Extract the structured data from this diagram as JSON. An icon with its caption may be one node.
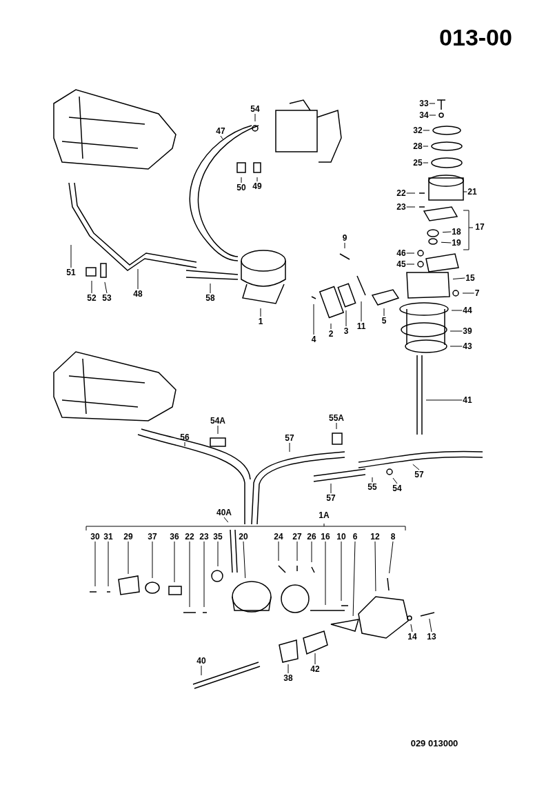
{
  "diagram": {
    "title": "013-00",
    "nodes": [
      {
        "text": [
          "54"
        ]
      },
      {
        "text": [
          "47"
        ]
      },
      {
        "text": [
          "33"
        ]
      },
      {
        "text": [
          "34"
        ]
      },
      {
        "text": [
          "32"
        ]
      },
      {
        "text": [
          "28"
        ]
      },
      {
        "text": [
          "25"
        ]
      },
      {
        "text": [
          "50"
        ]
      },
      {
        "text": [
          "49"
        ]
      },
      {
        "text": [
          "22"
        ]
      },
      {
        "text": [
          "21"
        ]
      },
      {
        "text": [
          "23"
        ]
      },
      {
        "text": [
          "18"
        ]
      },
      {
        "text": [
          "19"
        ]
      },
      {
        "text": [
          "9"
        ]
      },
      {
        "text": [
          "46"
        ]
      },
      {
        "text": [
          "45"
        ]
      },
      {
        "text": [
          "51"
        ]
      },
      {
        "text": [
          "15"
        ]
      },
      {
        "text": [
          "48"
        ]
      },
      {
        "text": [
          "52"
        ]
      },
      {
        "text": [
          "53"
        ]
      },
      {
        "text": [
          "58"
        ]
      },
      {
        "text": [
          "7"
        ]
      },
      {
        "text": [
          "44"
        ]
      },
      {
        "text": [
          "1"
        ]
      },
      {
        "text": [
          "5"
        ]
      },
      {
        "text": [
          "11"
        ]
      },
      {
        "text": [
          "3"
        ]
      },
      {
        "text": [
          "39"
        ]
      },
      {
        "text": [
          "2"
        ]
      },
      {
        "text": [
          "4"
        ]
      },
      {
        "text": [
          "43"
        ]
      },
      {
        "text": [
          "41"
        ]
      },
      {
        "text": [
          "54A"
        ]
      },
      {
        "text": [
          "55A"
        ]
      },
      {
        "text": [
          "56"
        ]
      },
      {
        "text": [
          "57"
        ]
      },
      {
        "text": [
          "57"
        ]
      },
      {
        "text": [
          "54"
        ]
      },
      {
        "text": [
          "55"
        ]
      },
      {
        "text": [
          "57"
        ]
      },
      {
        "text": [
          "40A"
        ]
      },
      {
        "text": [
          "30"
        ]
      },
      {
        "text": [
          "31"
        ]
      },
      {
        "text": [
          "29"
        ]
      },
      {
        "text": [
          "37"
        ]
      },
      {
        "text": [
          "36"
        ]
      },
      {
        "text": [
          "22"
        ]
      },
      {
        "text": [
          "23"
        ]
      },
      {
        "text": [
          "35"
        ]
      },
      {
        "text": [
          "20"
        ]
      },
      {
        "text": [
          "24"
        ]
      },
      {
        "text": [
          "27"
        ]
      },
      {
        "text": [
          "26"
        ]
      },
      {
        "text": [
          "16"
        ]
      },
      {
        "text": [
          "10"
        ]
      },
      {
        "text": [
          "6"
        ]
      },
      {
        "text": [
          "12"
        ]
      },
      {
        "text": [
          "8"
        ]
      },
      {
        "text": [
          "14"
        ]
      },
      {
        "text": [
          "13"
        ]
      },
      {
        "text": [
          "40"
        ]
      },
      {
        "text": [
          "38"
        ]
      },
      {
        "text": [
          "42"
        ]
      }
    ],
    "edges": [
      {
        "from": 0,
        "to": null,
        "arrow": "none"
      },
      {
        "from": 1,
        "to": null,
        "arrow": "none"
      },
      {
        "from": 2,
        "to": null,
        "arrow": "none"
      },
      {
        "from": 3,
        "to": null,
        "arrow": "none"
      },
      {
        "from": 4,
        "to": null,
        "arrow": "none"
      },
      {
        "from": 5,
        "to": null,
        "arrow": "none"
      },
      {
        "from": 6,
        "to": null,
        "arrow": "none"
      },
      {
        "from": 7,
        "to": null,
        "arrow": "none"
      },
      {
        "from": 8,
        "to": null,
        "arrow": "none"
      },
      {
        "from": 9,
        "to": null,
        "arrow": "none"
      },
      {
        "from": 10,
        "to": null,
        "arrow": "none"
      },
      {
        "from": 11,
        "to": null,
        "arrow": "none"
      },
      {
        "from": 12,
        "to": null,
        "arrow": "none"
      },
      {
        "from": 13,
        "to": null,
        "arrow": "none"
      },
      {
        "from": 14,
        "to": null,
        "arrow": "none"
      },
      {
        "from": 15,
        "to": null,
        "arrow": "none"
      },
      {
        "from": 16,
        "to": null,
        "arrow": "none"
      },
      {
        "from": 17,
        "to": null,
        "arrow": "none"
      },
      {
        "from": 18,
        "to": null,
        "arrow": "none"
      },
      {
        "from": 19,
        "to": null,
        "arrow": "none"
      },
      {
        "from": 20,
        "to": null,
        "arrow": "none"
      },
      {
        "from": 21,
        "to": null,
        "arrow": "none"
      },
      {
        "from": 22,
        "to": null,
        "arrow": "none"
      },
      {
        "from": 23,
        "to": null,
        "arrow": "none"
      },
      {
        "from": 24,
        "to": null,
        "arrow": "none"
      },
      {
        "from": 25,
        "to": null,
        "arrow": "none"
      },
      {
        "from": 26,
        "to": null,
        "arrow": "none"
      },
      {
        "from": 27,
        "to": null,
        "arrow": "none"
      },
      {
        "from": 28,
        "to": null,
        "arrow": "none"
      },
      {
        "from": 29,
        "to": null,
        "arrow": "none"
      },
      {
        "from": 30,
        "to": null,
        "arrow": "none"
      },
      {
        "from": 31,
        "to": null,
        "arrow": "none"
      },
      {
        "from": 32,
        "to": null,
        "arrow": "none"
      },
      {
        "from": 33,
        "to": null,
        "arrow": "none"
      },
      {
        "from": 34,
        "to": null,
        "arrow": "none"
      },
      {
        "from": 35,
        "to": null,
        "arrow": "none"
      },
      {
        "from": 36,
        "to": null,
        "arrow": "none"
      },
      {
        "from": 37,
        "to": null,
        "arrow": "none"
      },
      {
        "from": 38,
        "to": null,
        "arrow": "none"
      },
      {
        "from": 39,
        "to": null,
        "arrow": "none"
      },
      {
        "from": 40,
        "to": null,
        "arrow": "none"
      },
      {
        "from": 41,
        "to": null,
        "arrow": "none"
      },
      {
        "from": 42,
        "to": null,
        "arrow": "none"
      },
      {
        "from": 43,
        "to": null,
        "arrow": "none"
      },
      {
        "from": 44,
        "to": null,
        "arrow": "none"
      },
      {
        "from": 45,
        "to": null,
        "arrow": "none"
      },
      {
        "from": 46,
        "to": null,
        "arrow": "none"
      },
      {
        "from": 47,
        "to": null,
        "arrow": "none"
      },
      {
        "from": 48,
        "to": null,
        "arrow": "none"
      },
      {
        "from": 49,
        "to": null,
        "arrow": "none"
      },
      {
        "from": 50,
        "to": null,
        "arrow": "none"
      },
      {
        "from": 51,
        "to": null,
        "arrow": "none"
      },
      {
        "from": 52,
        "to": null,
        "arrow": "none"
      },
      {
        "from": 53,
        "to": null,
        "arrow": "none"
      },
      {
        "from": 54,
        "to": null,
        "arrow": "none"
      },
      {
        "from": 55,
        "to": null,
        "arrow": "none"
      },
      {
        "from": 56,
        "to": null,
        "arrow": "none"
      },
      {
        "from": 57,
        "to": null,
        "arrow": "none"
      },
      {
        "from": 58,
        "to": null,
        "arrow": "none"
      },
      {
        "from": 59,
        "to": null,
        "arrow": "none"
      },
      {
        "from": 60,
        "to": null,
        "arrow": "none"
      },
      {
        "from": 61,
        "to": null,
        "arrow": "none"
      },
      {
        "from": 62,
        "to": null,
        "arrow": "none"
      },
      {
        "from": 63,
        "to": null,
        "arrow": "none"
      },
      {
        "from": 64,
        "to": null,
        "arrow": "none"
      }
    ],
    "labels": [
      "17",
      "1A",
      "029 013000"
    ]
  }
}
